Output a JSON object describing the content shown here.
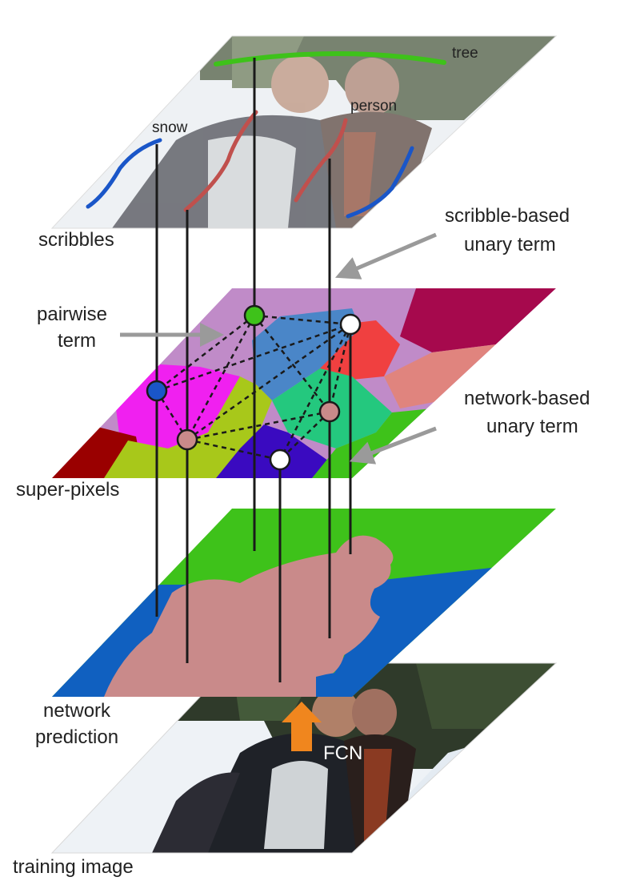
{
  "layers": {
    "scribbles": {
      "label": "scribbles"
    },
    "superpixels": {
      "label": "super-pixels"
    },
    "network_prediction": {
      "label_line1": "network",
      "label_line2": "prediction"
    },
    "training_image": {
      "label": "training image"
    }
  },
  "scribble_tags": {
    "tree": "tree",
    "person": "person",
    "snow": "snow"
  },
  "annotations": {
    "scribble_unary": {
      "line1": "scribble-based",
      "line2": "unary term"
    },
    "pairwise": {
      "line1": "pairwise",
      "line2": "term"
    },
    "network_unary": {
      "line1": "network-based",
      "line2": "unary term"
    },
    "fcn": "FCN"
  },
  "colors": {
    "tree": "#3ec21a",
    "person": "#c98a8a",
    "snow": "#1060c0",
    "scribble_snow": "#1a56c8",
    "scribble_person": "#c0504d",
    "arrow_gray": "#9a9a9a",
    "fcn_arrow": "#f0861e"
  }
}
